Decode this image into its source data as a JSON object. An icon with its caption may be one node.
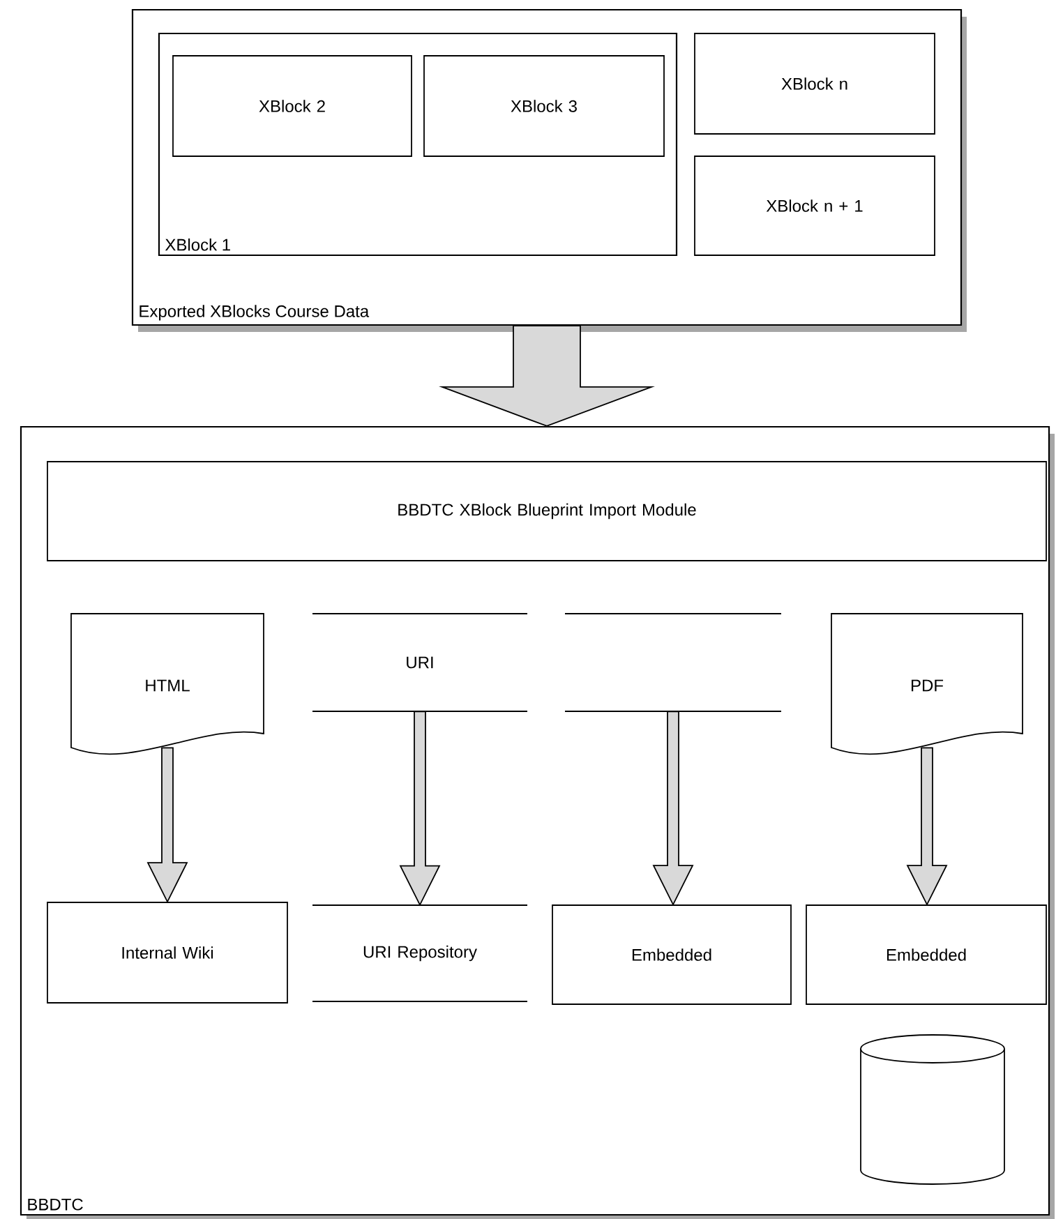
{
  "diagram": {
    "nodes": [
      {
        "text": [
          "Exported XBlocks Course Data"
        ]
      },
      {
        "text": [
          "XBlock 1"
        ],
        "in": 0
      },
      {
        "text": [
          "XBlock 2"
        ],
        "in": 1
      },
      {
        "text": [
          "XBlock 3"
        ],
        "in": 1
      },
      {
        "text": [
          "XBlock n"
        ],
        "in": 0
      },
      {
        "text": [
          "XBlock n + 1"
        ],
        "in": 0
      },
      {
        "text": [
          "BBDTC"
        ]
      },
      {
        "text": [
          "BBDTC XBlock Blueprint Import Module"
        ],
        "in": 6
      },
      {
        "text": [
          "HTML"
        ],
        "in": 6
      },
      {
        "text": [
          "URI"
        ],
        "in": 6
      },
      {
        "text": [],
        "shape": "lines",
        "in": 6
      },
      {
        "text": [
          "PDF"
        ],
        "in": 6
      },
      {
        "text": [
          "Internal Wiki"
        ],
        "in": 6
      },
      {
        "text": [
          "URI Repository"
        ],
        "in": 6
      },
      {
        "text": [
          "Embedded"
        ],
        "in": 6
      },
      {
        "text": [
          "Embedded"
        ],
        "in": 6
      },
      {
        "text": [],
        "shape": "cylinder",
        "in": 6
      }
    ],
    "edges": [
      {
        "from": 0,
        "to": 6,
        "arrow": "to",
        "style": "thick"
      },
      {
        "from": 8,
        "to": 12,
        "arrow": "to"
      },
      {
        "from": 9,
        "to": 13,
        "arrow": "to"
      },
      {
        "from": 10,
        "to": 14,
        "arrow": "to"
      },
      {
        "from": 11,
        "to": 15,
        "arrow": "to"
      }
    ]
  }
}
